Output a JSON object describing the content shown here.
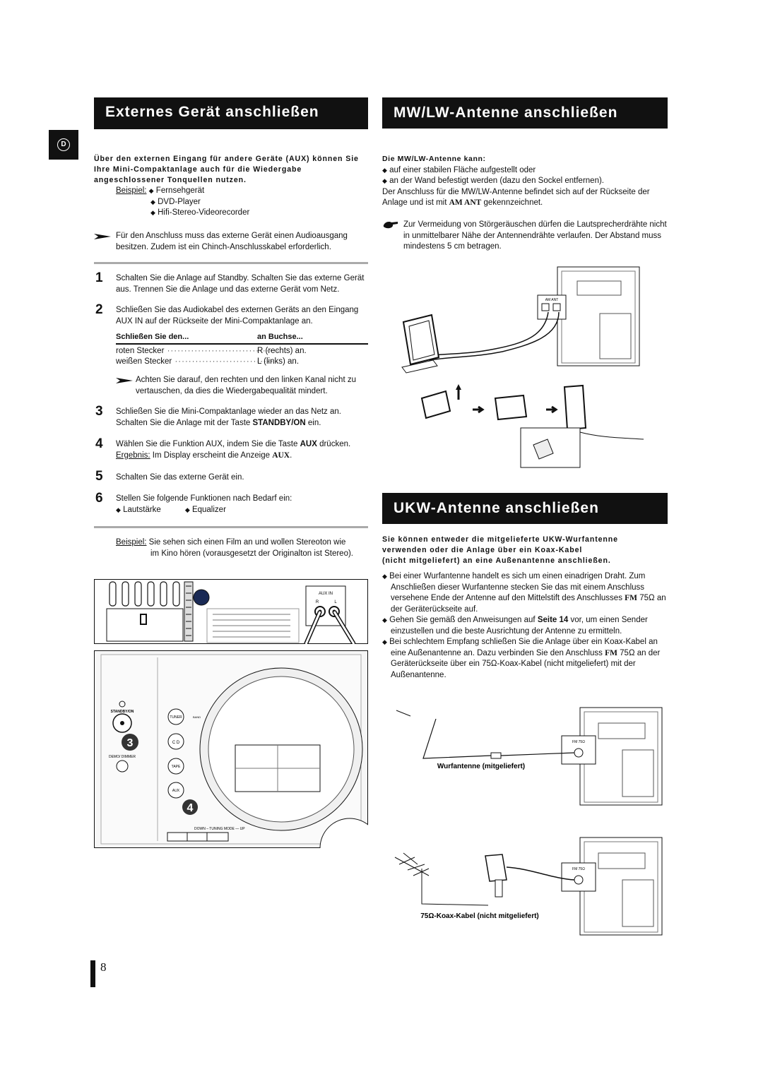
{
  "tab": {
    "letter": "D"
  },
  "left": {
    "header": "Externes Gerät anschließen",
    "intro": "Über den externen Eingang für andere Geräte (AUX) können Sie Ihre Mini-Compaktanlage auch für die Wiedergabe angeschlossener Tonquellen nutzen.",
    "example_label": "Beispiel:",
    "examples": [
      "Fernsehgerät",
      "DVD-Player",
      "Hifi-Stereo-Videorecorder"
    ],
    "note1": "Für den Anschluss muss das externe Gerät einen Audioausgang besitzen. Zudem ist ein Chinch-Anschlusskabel erforderlich.",
    "steps": [
      {
        "num": "1",
        "text": "Schalten Sie die Anlage auf Standby. Schalten Sie das externe Gerät aus. Trennen Sie die Anlage und das externe Gerät vom Netz."
      },
      {
        "num": "2",
        "text": "Schließen Sie das Audiokabel des externen Geräts an den Eingang AUX IN auf der Rückseite der Mini-Compaktanlage an."
      },
      {
        "num": "3",
        "text_a": "Schließen Sie die Mini-Compaktanlage wieder an das Netz an. Schalten Sie die Anlage mit der Taste ",
        "text_b": "STANDBY/ON",
        "text_c": " ein."
      },
      {
        "num": "4",
        "text_a": "Wählen Sie die Funktion AUX, indem Sie die Taste ",
        "text_b": "AUX",
        "text_c": " drücken.",
        "result_label": "Ergebnis:",
        "result_text": " Im Display erscheint die Anzeige ",
        "result_value": "AUX",
        "result_end": "."
      },
      {
        "num": "5",
        "text": "Schalten Sie das externe Gerät ein."
      },
      {
        "num": "6",
        "text": "Stellen Sie folgende Funktionen nach Bedarf ein:",
        "opt1": "Lautstärke",
        "opt2": "Equalizer"
      }
    ],
    "table": {
      "col1": "Schließen Sie den...",
      "col2": "an Buchse...",
      "rows": [
        {
          "a": "roten Stecker",
          "b": "R (rechts) an."
        },
        {
          "a": "weißen Stecker",
          "b": "L (links) an."
        }
      ]
    },
    "note2": "Achten Sie darauf, den rechten und den linken Kanal nicht zu vertauschen, da dies die Wiedergabequalität mindert.",
    "example2_label": "Beispiel:",
    "example2_text_1": "Sie sehen sich einen Film an und wollen Stereoton wie",
    "example2_text_2": "im Kino hören (vorausgesetzt der Originalton ist Stereo).",
    "panel": {
      "aux_in": "AUX IN",
      "r": "R",
      "l": "L",
      "standby": "STANDBY/ON",
      "demo": "DEMO/ DIMMER",
      "tuner": "TUNER",
      "band": "BAND",
      "cd": "C D",
      "tape": "TAPE",
      "aux": "AUX",
      "tuning": "DOWN – TUNING MODE — UP",
      "callout3": "3",
      "callout4": "4"
    }
  },
  "right": {
    "header_mw": "MW/LW-Antenne anschließen",
    "mw_title": "Die MW/LW-Antenne kann:",
    "mw_items": [
      "auf einer stabilen Fläche aufgestellt oder",
      "an der Wand befestigt werden (dazu den Sockel entfernen)."
    ],
    "mw_text_1": "Der Anschluss für die MW/LW-Antenne befindet sich auf der Rückseite der Anlage und ist mit ",
    "mw_text_bold": "AM ANT",
    "mw_text_2": " gekennzeichnet.",
    "mw_note": "Zur Vermeidung von Störgeräuschen dürfen die Lautsprecherdrähte nicht in unmittelbarer Nähe der Antennendrähte verlaufen. Der Abstand muss mindestens 5 cm betragen.",
    "am_ant_label": "AM ANT",
    "header_ukw": "UKW-Antenne anschließen",
    "ukw_intro_1": "Sie können entweder die mitgelieferte UKW-Wurfantenne",
    "ukw_intro_2": "verwenden oder die Anlage über ein Koax-Kabel",
    "ukw_intro_3": "(nicht mitgeliefert) an eine Außenantenne anschließen.",
    "ukw_items": [
      {
        "a": "Bei einer Wurfantenne handelt es sich um einen einadrigen Draht. Zum Anschließen dieser Wurfantenne stecken Sie das mit einem Anschluss versehene Ende der Antenne auf den Mittelstift des Anschlusses ",
        "b": "FM",
        "c": " 75Ω an der Geräterückseite auf."
      },
      {
        "a": "Gehen Sie gemäß den Anweisungen auf ",
        "b": "Seite 14",
        "c": " vor, um einen Sender einzustellen und die beste Ausrichtung der Antenne zu ermitteln."
      },
      {
        "a": "Bei schlechtem Empfang schließen Sie die Anlage über ein Koax-Kabel an eine Außenantenne an. Dazu verbinden Sie den Anschluss ",
        "b": "FM",
        "c": " 75Ω an der Geräterückseite über ein 75Ω-Koax-Kabel (nicht mitgeliefert) mit der Außenantenne."
      }
    ],
    "caption_wurf": "Wurfantenne (mitgeliefert)",
    "caption_koax": "75Ω-Koax-Kabel (nicht mitgeliefert)",
    "fm_label": "FM 75Ω"
  },
  "page_number": "8"
}
